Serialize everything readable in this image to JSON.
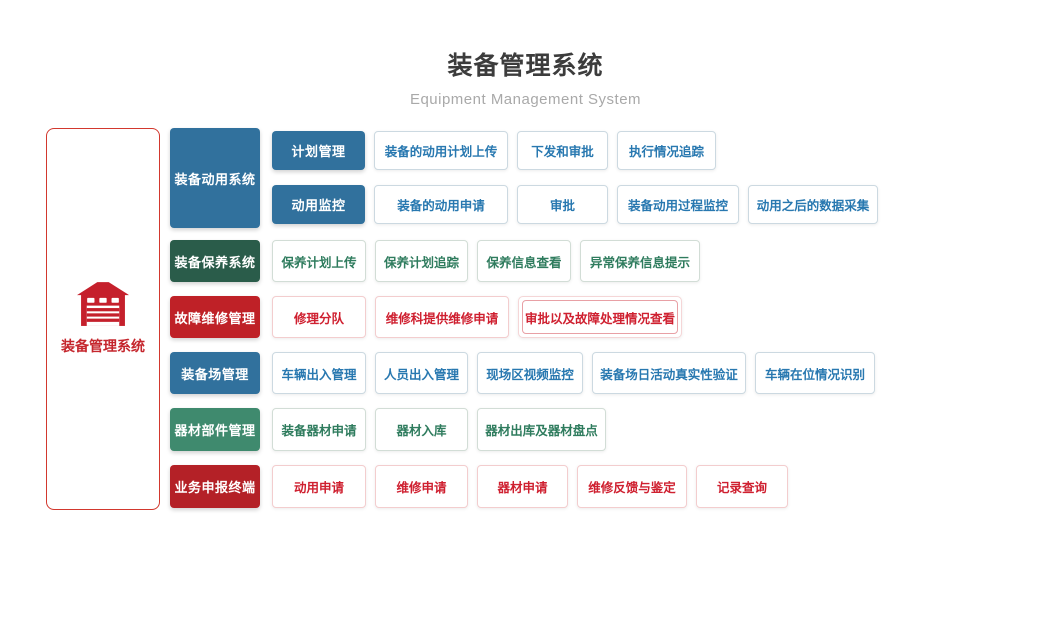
{
  "header": {
    "title": "装备管理系统",
    "subtitle": "Equipment Management System"
  },
  "root": {
    "label": "装备管理系统",
    "icon": "warehouse-icon"
  },
  "rows": [
    {
      "category": "装备动用系统",
      "theme": "blue",
      "groups": [
        {
          "label": "计划管理",
          "leaves": [
            "装备的动用计划上传",
            "下发和审批",
            "执行情况追踪"
          ]
        },
        {
          "label": "动用监控",
          "leaves": [
            "装备的动用申请",
            "审批",
            "装备动用过程监控",
            "动用之后的数据采集"
          ]
        }
      ]
    },
    {
      "category": "装备保养系统",
      "theme": "green-dark",
      "leaves": [
        "保养计划上传",
        "保养计划追踪",
        "保养信息查看",
        "异常保养信息提示"
      ]
    },
    {
      "category": "故障维修管理",
      "theme": "red",
      "leaves": [
        "修理分队",
        "维修科提供维修申请",
        "审批以及故障处理情况查看"
      ]
    },
    {
      "category": "装备场管理",
      "theme": "blue",
      "leaves": [
        "车辆出入管理",
        "人员出入管理",
        "现场区视频监控",
        "装备场日活动真实性验证",
        "车辆在位情况识别"
      ]
    },
    {
      "category": "器材部件管理",
      "theme": "green",
      "leaves": [
        "装备器材申请",
        "器材入库",
        "器材出库及器材盘点"
      ]
    },
    {
      "category": "业务申报终端",
      "theme": "red-dark",
      "leaves": [
        "动用申请",
        "维修申请",
        "器材申请",
        "维修反馈与鉴定",
        "记录查询"
      ]
    }
  ],
  "palette": {
    "blue": "#31719d",
    "green_dark": "#2a5c4a",
    "red": "#bf2127",
    "green": "#3f8a6e",
    "red_dark": "#b42127",
    "leaf_blue_text": "#2878b0",
    "leaf_green_text": "#2f7c5e",
    "leaf_red_text": "#cf2030",
    "root_red": "#c5262d",
    "title_gray": "#3c3c3c",
    "subtitle_gray": "#a9a9a9"
  }
}
